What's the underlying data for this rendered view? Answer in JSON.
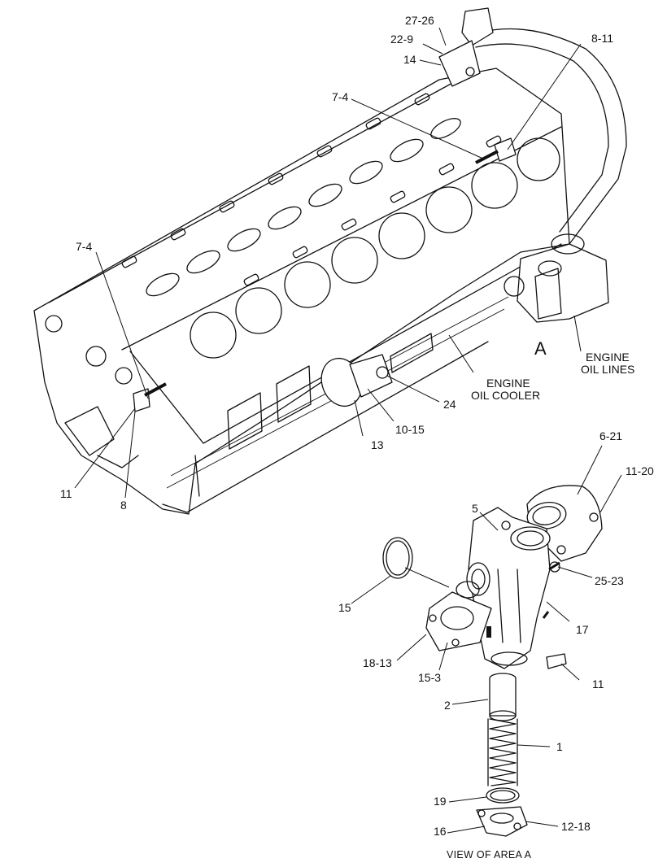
{
  "callouts": {
    "c27_26": "27-26",
    "c22_9": "22-9",
    "c14": "14",
    "c8_11": "8-11",
    "c7_4_top": "7-4",
    "c7_4_left": "7-4",
    "c11_left": "11",
    "c8": "8",
    "c13": "13",
    "c10_15": "10-15",
    "c24": "24",
    "c6_21": "6-21",
    "c11_20": "11-20",
    "c5": "5",
    "c25_23": "25-23",
    "c15_left": "15",
    "c17": "17",
    "c18_13": "18-13",
    "c15_3": "15-3",
    "c11_right": "11",
    "c2": "2",
    "c1": "1",
    "c19": "19",
    "c16": "16",
    "c12_18": "12-18"
  },
  "labels": {
    "area_marker": "A",
    "oil_lines_l1": "ENGINE",
    "oil_lines_l2": "OIL LINES",
    "oil_cooler_l1": "ENGINE",
    "oil_cooler_l2": "OIL COOLER",
    "view_caption": "VIEW OF AREA A"
  }
}
